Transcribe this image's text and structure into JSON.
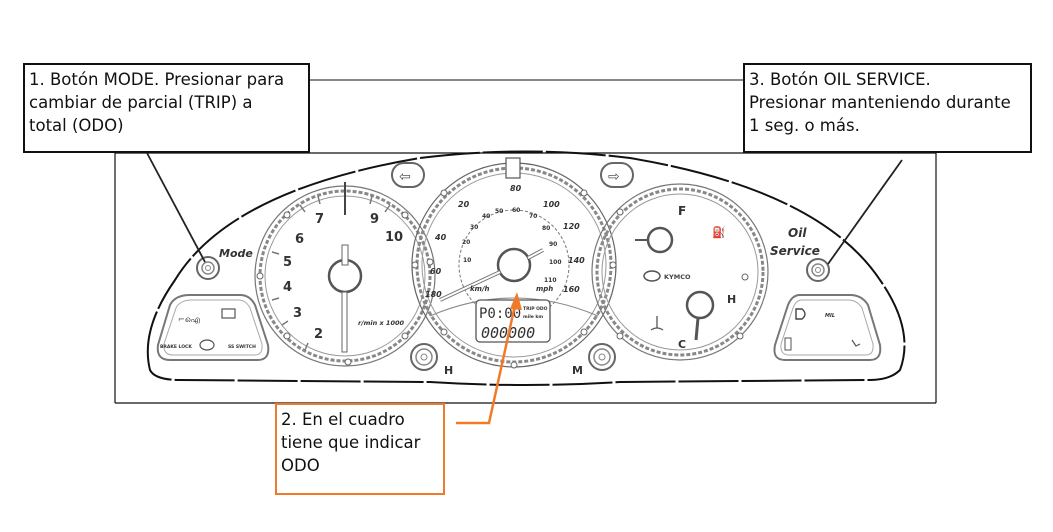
{
  "callouts": {
    "mode": {
      "lines": [
        "1. Botón MODE. Presionar para",
        "cambiar de parcial (TRIP) a",
        "total (ODO)"
      ]
    },
    "odo": {
      "lines": [
        "2. En el cuadro",
        "tiene que indicar",
        "ODO"
      ]
    },
    "oil_service": {
      "lines": [
        "3. Botón OIL SERVICE.",
        "Presionar manteniendo durante",
        "1 seg. o más."
      ]
    }
  },
  "dashboard": {
    "mode_label": "Mode",
    "oil_label_1": "Oil",
    "oil_label_2": "Service",
    "tachometer": {
      "ticks": [
        "2",
        "3",
        "4",
        "5",
        "6",
        "7",
        "9",
        "10"
      ],
      "unit": "r/min x 1000"
    },
    "speedometer": {
      "outer_ticks": [
        "20",
        "40",
        "60",
        "80",
        "100",
        "120",
        "140",
        "160",
        "180"
      ],
      "inner_ticks": [
        "10",
        "20",
        "30",
        "40",
        "50",
        "60",
        "70",
        "80",
        "90",
        "100",
        "110"
      ],
      "unit_left": "km/h",
      "unit_right": "mph"
    },
    "lcd": {
      "clock": "P0:00",
      "mode_labels": "TRIP ODO",
      "units": "mile km",
      "odometer": "000000"
    },
    "fuel": {
      "full": "F"
    },
    "temp": {
      "hot": "H",
      "cold": "C"
    },
    "brand": "KYMCO",
    "knob_h": "H",
    "knob_m": "M",
    "left_panel": {
      "brake_lock": "BRAKE LOCK",
      "side_stand": "SS SWITCH"
    },
    "right_panel": {
      "mil": "MIL"
    }
  },
  "colors": {
    "callout_border": "#111111",
    "highlight": "#f07a28",
    "line_art": "#444444"
  }
}
